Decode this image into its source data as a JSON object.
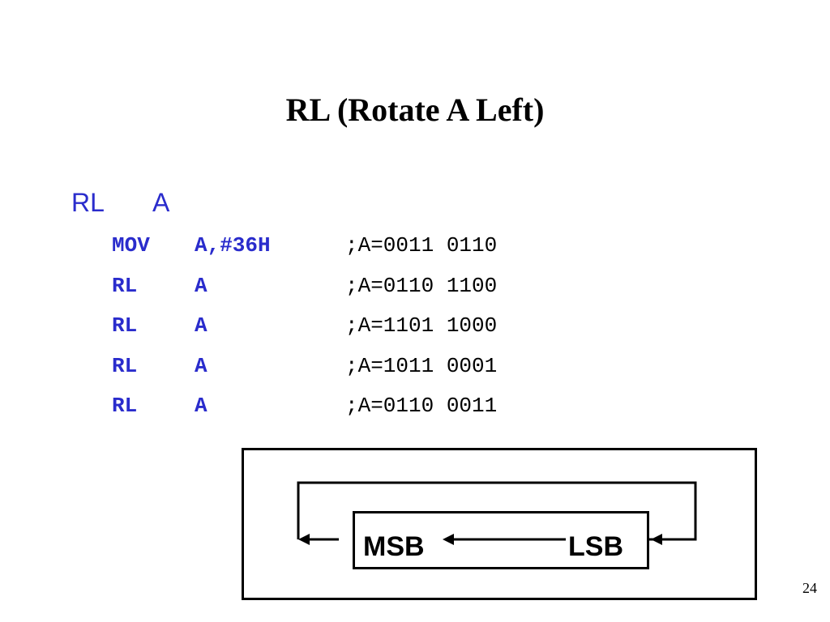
{
  "slide": {
    "title": "RL (Rotate A Left)",
    "syntax": {
      "mnemonic": "RL",
      "operand": "A"
    },
    "code": [
      {
        "mnemonic": "MOV",
        "operand": "A,#36H",
        "comment": ";A=0011 0110"
      },
      {
        "mnemonic": "RL",
        "operand": "A",
        "comment": ";A=0110 1100"
      },
      {
        "mnemonic": "RL",
        "operand": "A",
        "comment": ";A=1101 1000"
      },
      {
        "mnemonic": "RL",
        "operand": "A",
        "comment": ";A=1011 0001"
      },
      {
        "mnemonic": "RL",
        "operand": "A",
        "comment": ";A=0110 0011"
      }
    ],
    "diagram": {
      "msb_label": "MSB",
      "lsb_label": "LSB"
    },
    "page_number": "24"
  },
  "colors": {
    "code_blue": "#2a2ccc",
    "text": "#000000",
    "background": "#ffffff"
  }
}
